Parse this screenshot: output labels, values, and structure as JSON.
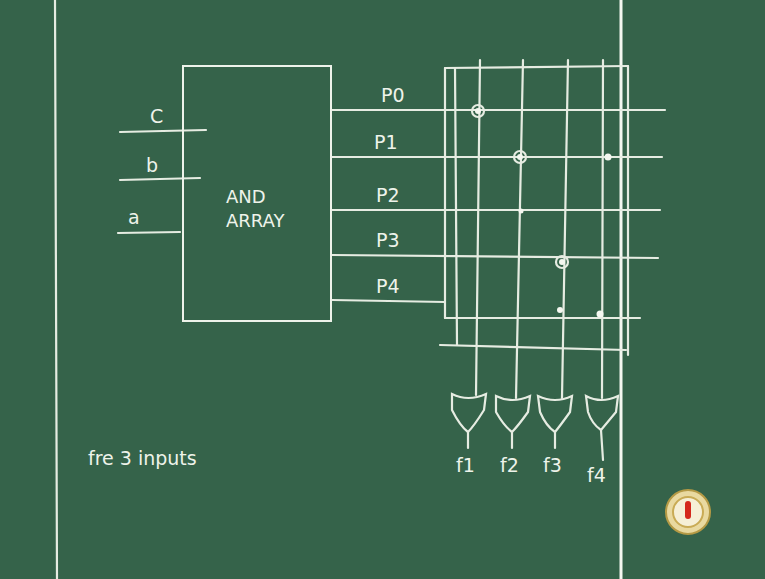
{
  "diagram": {
    "nodes": [
      {
        "text": [
          "AND ARRAY"
        ]
      }
    ],
    "labels": [
      "C",
      "b",
      "a",
      "P0",
      "P1",
      "P2",
      "P3",
      "P4",
      "f1",
      "f2",
      "f3",
      "f4",
      "fre 3 inputs"
    ]
  }
}
